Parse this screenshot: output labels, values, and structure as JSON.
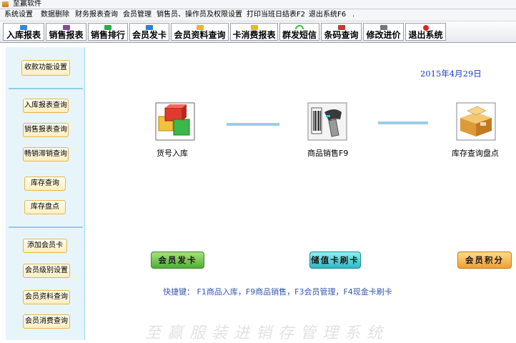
{
  "window": {
    "title": "至赢软件"
  },
  "menu": [
    "系统设置",
    "数据删除",
    "财务报表查询",
    "会员管理",
    "销售员、操作员及权限设置",
    "打印当班日结表F2",
    "退出系统F6",
    "."
  ],
  "toolbar": [
    {
      "label": "入库报表",
      "icon": "folder-blue-icon"
    },
    {
      "label": "销售报表",
      "icon": "book-icon"
    },
    {
      "label": "销售排行",
      "icon": "folder-green-icon"
    },
    {
      "label": "会员发卡",
      "icon": "folder-blue-icon"
    },
    {
      "label": "会员资料查询",
      "icon": "folder-yellow-icon"
    },
    {
      "label": "卡消费报表",
      "icon": "folder-yellow-icon"
    },
    {
      "label": "群发短信",
      "icon": "wifi-icon"
    },
    {
      "label": "条码查询",
      "icon": "barcode-doc-icon"
    },
    {
      "label": "修改进价",
      "icon": "tools-icon"
    },
    {
      "label": "退出系统",
      "icon": "close-circle-icon"
    }
  ],
  "sidebar": {
    "settings": "收款功能设置",
    "group1": [
      "入库报表查询",
      "销售报表查询",
      "畅销滞销查询"
    ],
    "group2": [
      "库存查询",
      "库存盘点"
    ],
    "group3": [
      "添加会员卡",
      "会员级别设置",
      "会员资料查询",
      "会员消费查询"
    ]
  },
  "main": {
    "date": "2015年4月29日",
    "flow": [
      {
        "label": "货号入库",
        "icon": "boxes-icon"
      },
      {
        "label": "商品销售F9",
        "icon": "barcode-scanner-icon"
      },
      {
        "label": "库存查询盘点",
        "icon": "warehouse-box-icon"
      }
    ],
    "actions": [
      "会员发卡",
      "储值卡刷卡",
      "会员积分"
    ],
    "hint": "快捷键： F1商品入库，F9商品销售，F3会员管理，F4现金卡刷卡",
    "watermark": "至赢服装进销存管理系统"
  },
  "colors": {
    "accent_blue": "#1a3cc8",
    "sidebar_bg": "#e7f5fb",
    "green_button": "#6fc24a",
    "cyan_button": "#4fd1d6",
    "orange_button": "#f5b04a"
  }
}
